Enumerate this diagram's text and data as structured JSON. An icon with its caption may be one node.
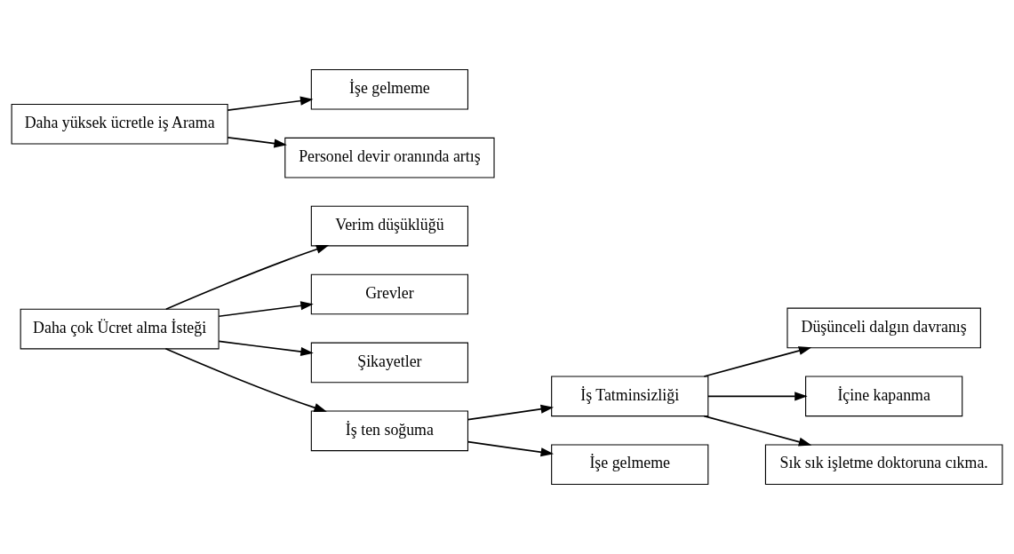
{
  "diagram": {
    "nodes": [
      {
        "text": [
          "Daha çok Ücret alma İsteği"
        ]
      },
      {
        "text": [
          "Verim düşüklüğü"
        ]
      },
      {
        "text": [
          "Grevler"
        ]
      },
      {
        "text": [
          "Şikayetler"
        ]
      },
      {
        "text": [
          "Daha yüksek ücretle iş Arama"
        ]
      },
      {
        "text": [
          "İşe gelmeme"
        ]
      },
      {
        "text": [
          "Personel devir oranında artış"
        ]
      },
      {
        "text": [
          "İş ten soğuma"
        ]
      },
      {
        "text": [
          "İş Tatminsizliği"
        ]
      },
      {
        "text": [
          "Düşünceli dalgın davranış"
        ]
      },
      {
        "text": [
          "İşe gelmeme"
        ]
      },
      {
        "text": [
          "İçine kapanma"
        ]
      },
      {
        "text": [
          "Sık sık işletme doktoruna cıkma."
        ]
      }
    ],
    "edges": [
      {
        "from": 0,
        "to": 1,
        "arrow": "to"
      },
      {
        "from": 0,
        "to": 2,
        "arrow": "to"
      },
      {
        "from": 0,
        "to": 3,
        "arrow": "to"
      },
      {
        "from": 4,
        "to": 5,
        "arrow": "to"
      },
      {
        "from": 4,
        "to": 6,
        "arrow": "to"
      },
      {
        "from": 0,
        "to": 7,
        "arrow": "to"
      },
      {
        "from": 7,
        "to": 8,
        "arrow": "to"
      },
      {
        "from": 8,
        "to": 9,
        "arrow": "to"
      },
      {
        "from": 7,
        "to": 10,
        "arrow": "to"
      },
      {
        "from": 8,
        "to": 11,
        "arrow": "to"
      },
      {
        "from": 8,
        "to": 12,
        "arrow": "to"
      }
    ]
  }
}
